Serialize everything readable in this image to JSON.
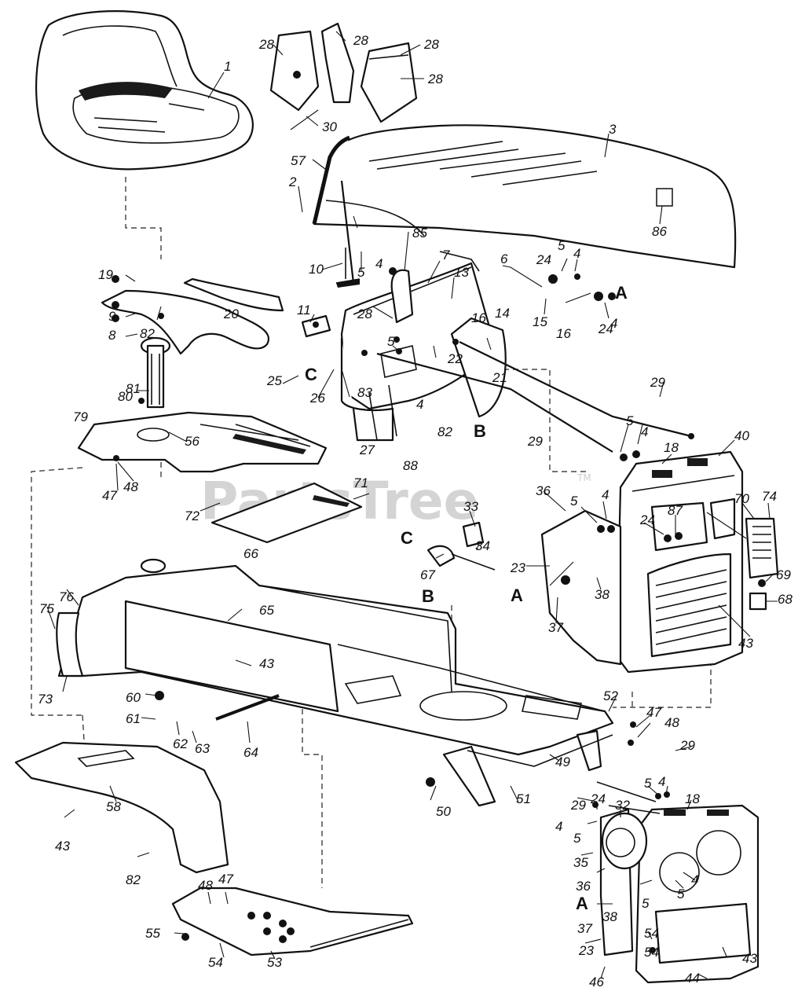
{
  "watermark": {
    "text": "PartsTree",
    "tm": "TM"
  },
  "callouts": {
    "c1": "1",
    "c28a": "28",
    "c28b": "28",
    "c28c": "28",
    "c28d": "28",
    "c30": "30",
    "c3": "3",
    "c57": "57",
    "c2": "2",
    "c86": "86",
    "c85": "85",
    "c7": "7",
    "c10": "10",
    "c5a": "5",
    "c4a": "4",
    "c6": "6",
    "c24a": "24",
    "c5b": "5",
    "c4b": "4",
    "c4c": "4",
    "c24b": "24",
    "c15": "15",
    "c16a": "16",
    "c16b": "16",
    "c14": "14",
    "c19": "19",
    "c9": "9",
    "c8": "8",
    "c82a": "82",
    "c20": "20",
    "c11": "11",
    "c28e": "28",
    "c13": "13",
    "c5c": "5",
    "c22": "22",
    "c21": "21",
    "c25": "25",
    "c26": "26",
    "c83": "83",
    "c4d": "4",
    "c82b": "82",
    "c27": "27",
    "c88": "88",
    "c29a": "29",
    "c29b": "29",
    "c5d": "5",
    "c4e": "4",
    "c18a": "18",
    "c40": "40",
    "c81": "81",
    "c80": "80",
    "c79": "79",
    "c56": "56",
    "c47a": "47",
    "c48a": "48",
    "c71": "71",
    "c72": "72",
    "c66": "66",
    "c33": "33",
    "c34": "34",
    "c67": "67",
    "c36": "36",
    "c5e": "5",
    "c4f": "4",
    "c24c": "24",
    "c87": "87",
    "c70": "70",
    "c74": "74",
    "c69": "69",
    "c68": "68",
    "c23a": "23",
    "c38a": "38",
    "c37a": "37",
    "c43a": "43",
    "c76": "76",
    "c75": "75",
    "c65": "65",
    "c73": "73",
    "c43b": "43",
    "c60": "60",
    "c61": "61",
    "c62": "62",
    "c63": "63",
    "c64": "64",
    "c52": "52",
    "c47b": "47",
    "c48b": "48",
    "c29c": "29",
    "c50": "50",
    "c51": "51",
    "c49": "49",
    "c58": "58",
    "c43c": "43",
    "c82c": "82",
    "c5f": "5",
    "c4g": "4",
    "c18b": "18",
    "c29d": "29",
    "c24d": "24",
    "c32": "32",
    "c4h": "4",
    "c5g": "5",
    "c35": "35",
    "c36b": "36",
    "c4i": "4",
    "c5h": "5",
    "c5i": "5",
    "c38b": "38",
    "c37b": "37",
    "c23b": "23",
    "c54a": "54",
    "c54b": "54",
    "c43d": "43",
    "c46": "46",
    "c44": "44",
    "c48c": "48",
    "c47c": "47",
    "c55": "55",
    "c54c": "54",
    "c53": "53"
  },
  "refs": {
    "r_a1": "A",
    "r_c1": "C",
    "r_b1": "B",
    "r_c2": "C",
    "r_a2": "A",
    "r_b2": "B",
    "r_a3": "A"
  }
}
